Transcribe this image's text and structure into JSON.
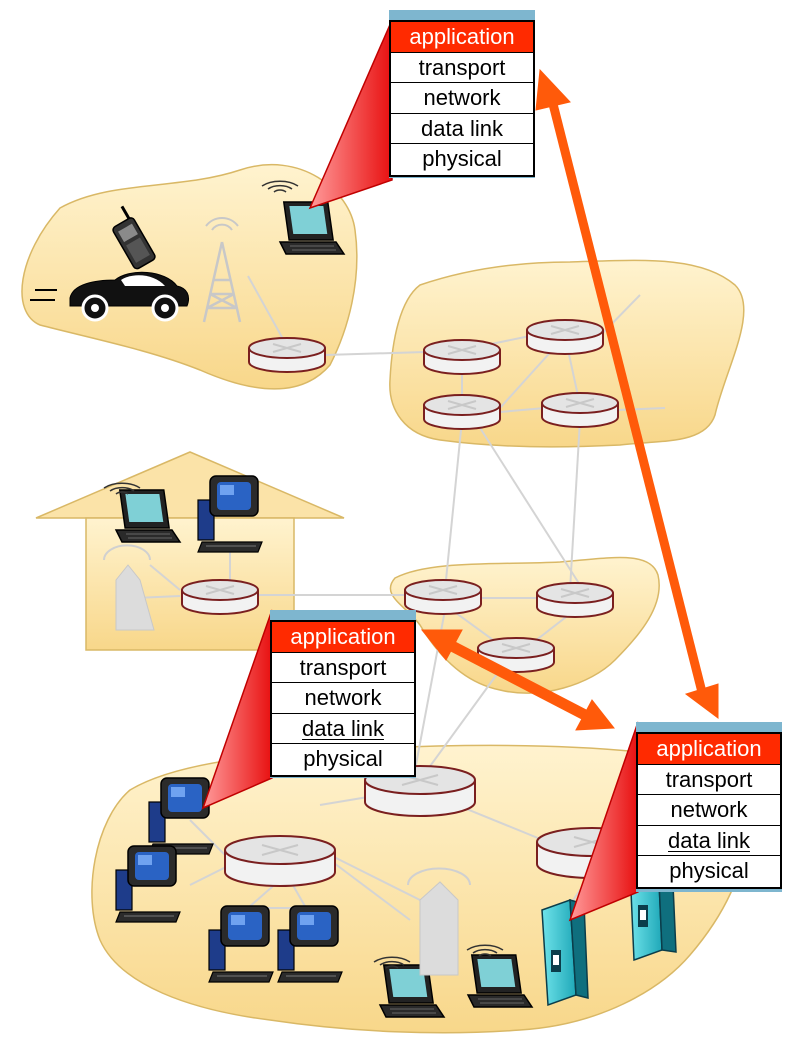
{
  "protocol_stacks": [
    {
      "id": "top",
      "layers": [
        "application",
        "transport",
        "network",
        "data link",
        "physical"
      ]
    },
    {
      "id": "middle",
      "layers": [
        "application",
        "transport",
        "network",
        "data link",
        "physical"
      ]
    },
    {
      "id": "right",
      "layers": [
        "application",
        "transport",
        "network",
        "data link",
        "physical"
      ]
    }
  ],
  "colors": {
    "cloud_fill": "#fbe3a8",
    "cloud_stroke": "#c9a24a",
    "router_fill": "#e6e6e6",
    "router_stroke": "#7a1f1f",
    "arrow": "#ff5a0a",
    "application_bg": "#ff2a00",
    "callout": "#ff3b3b",
    "stack_shadow": "#7eb6cf"
  },
  "icons": [
    "laptop-icon",
    "cell-phone-icon",
    "car-icon",
    "radio-tower-icon",
    "router-icon",
    "desktop-computer-icon",
    "server-icon",
    "house-icon"
  ]
}
